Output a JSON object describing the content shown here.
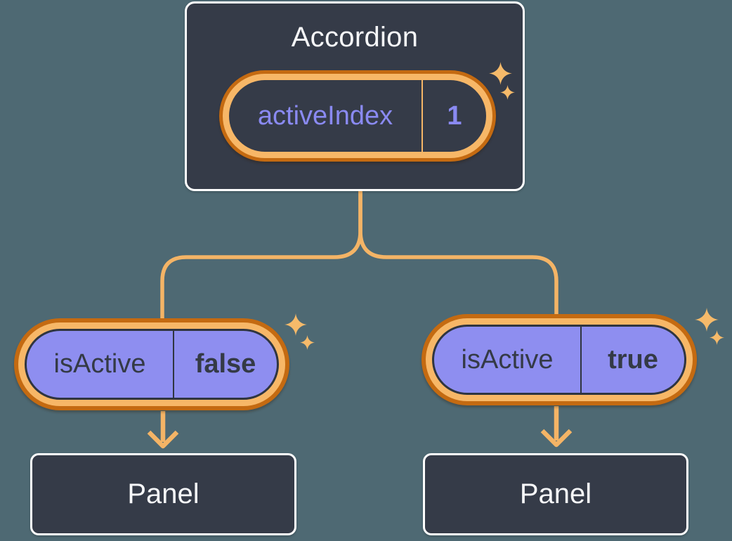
{
  "colors": {
    "background": "#4e6973",
    "card_bg": "#353b48",
    "card_border": "#ffffff",
    "orange_dark": "#c46a11",
    "orange_light": "#f7b767",
    "connector": "#f4b466",
    "sparkle": "#f6ba6a",
    "lavender_fill": "#8e8ef0",
    "lavender_text": "#8a8af2",
    "dark_text": "#343a46",
    "light_text": "#f6f7f9"
  },
  "accordion": {
    "title": "Accordion",
    "state_pill": {
      "name": "activeIndex",
      "value": "1"
    }
  },
  "children": [
    {
      "prop_pill": {
        "name": "isActive",
        "value": "false"
      },
      "panel": {
        "title": "Panel"
      }
    },
    {
      "prop_pill": {
        "name": "isActive",
        "value": "true"
      },
      "panel": {
        "title": "Panel"
      }
    }
  ]
}
